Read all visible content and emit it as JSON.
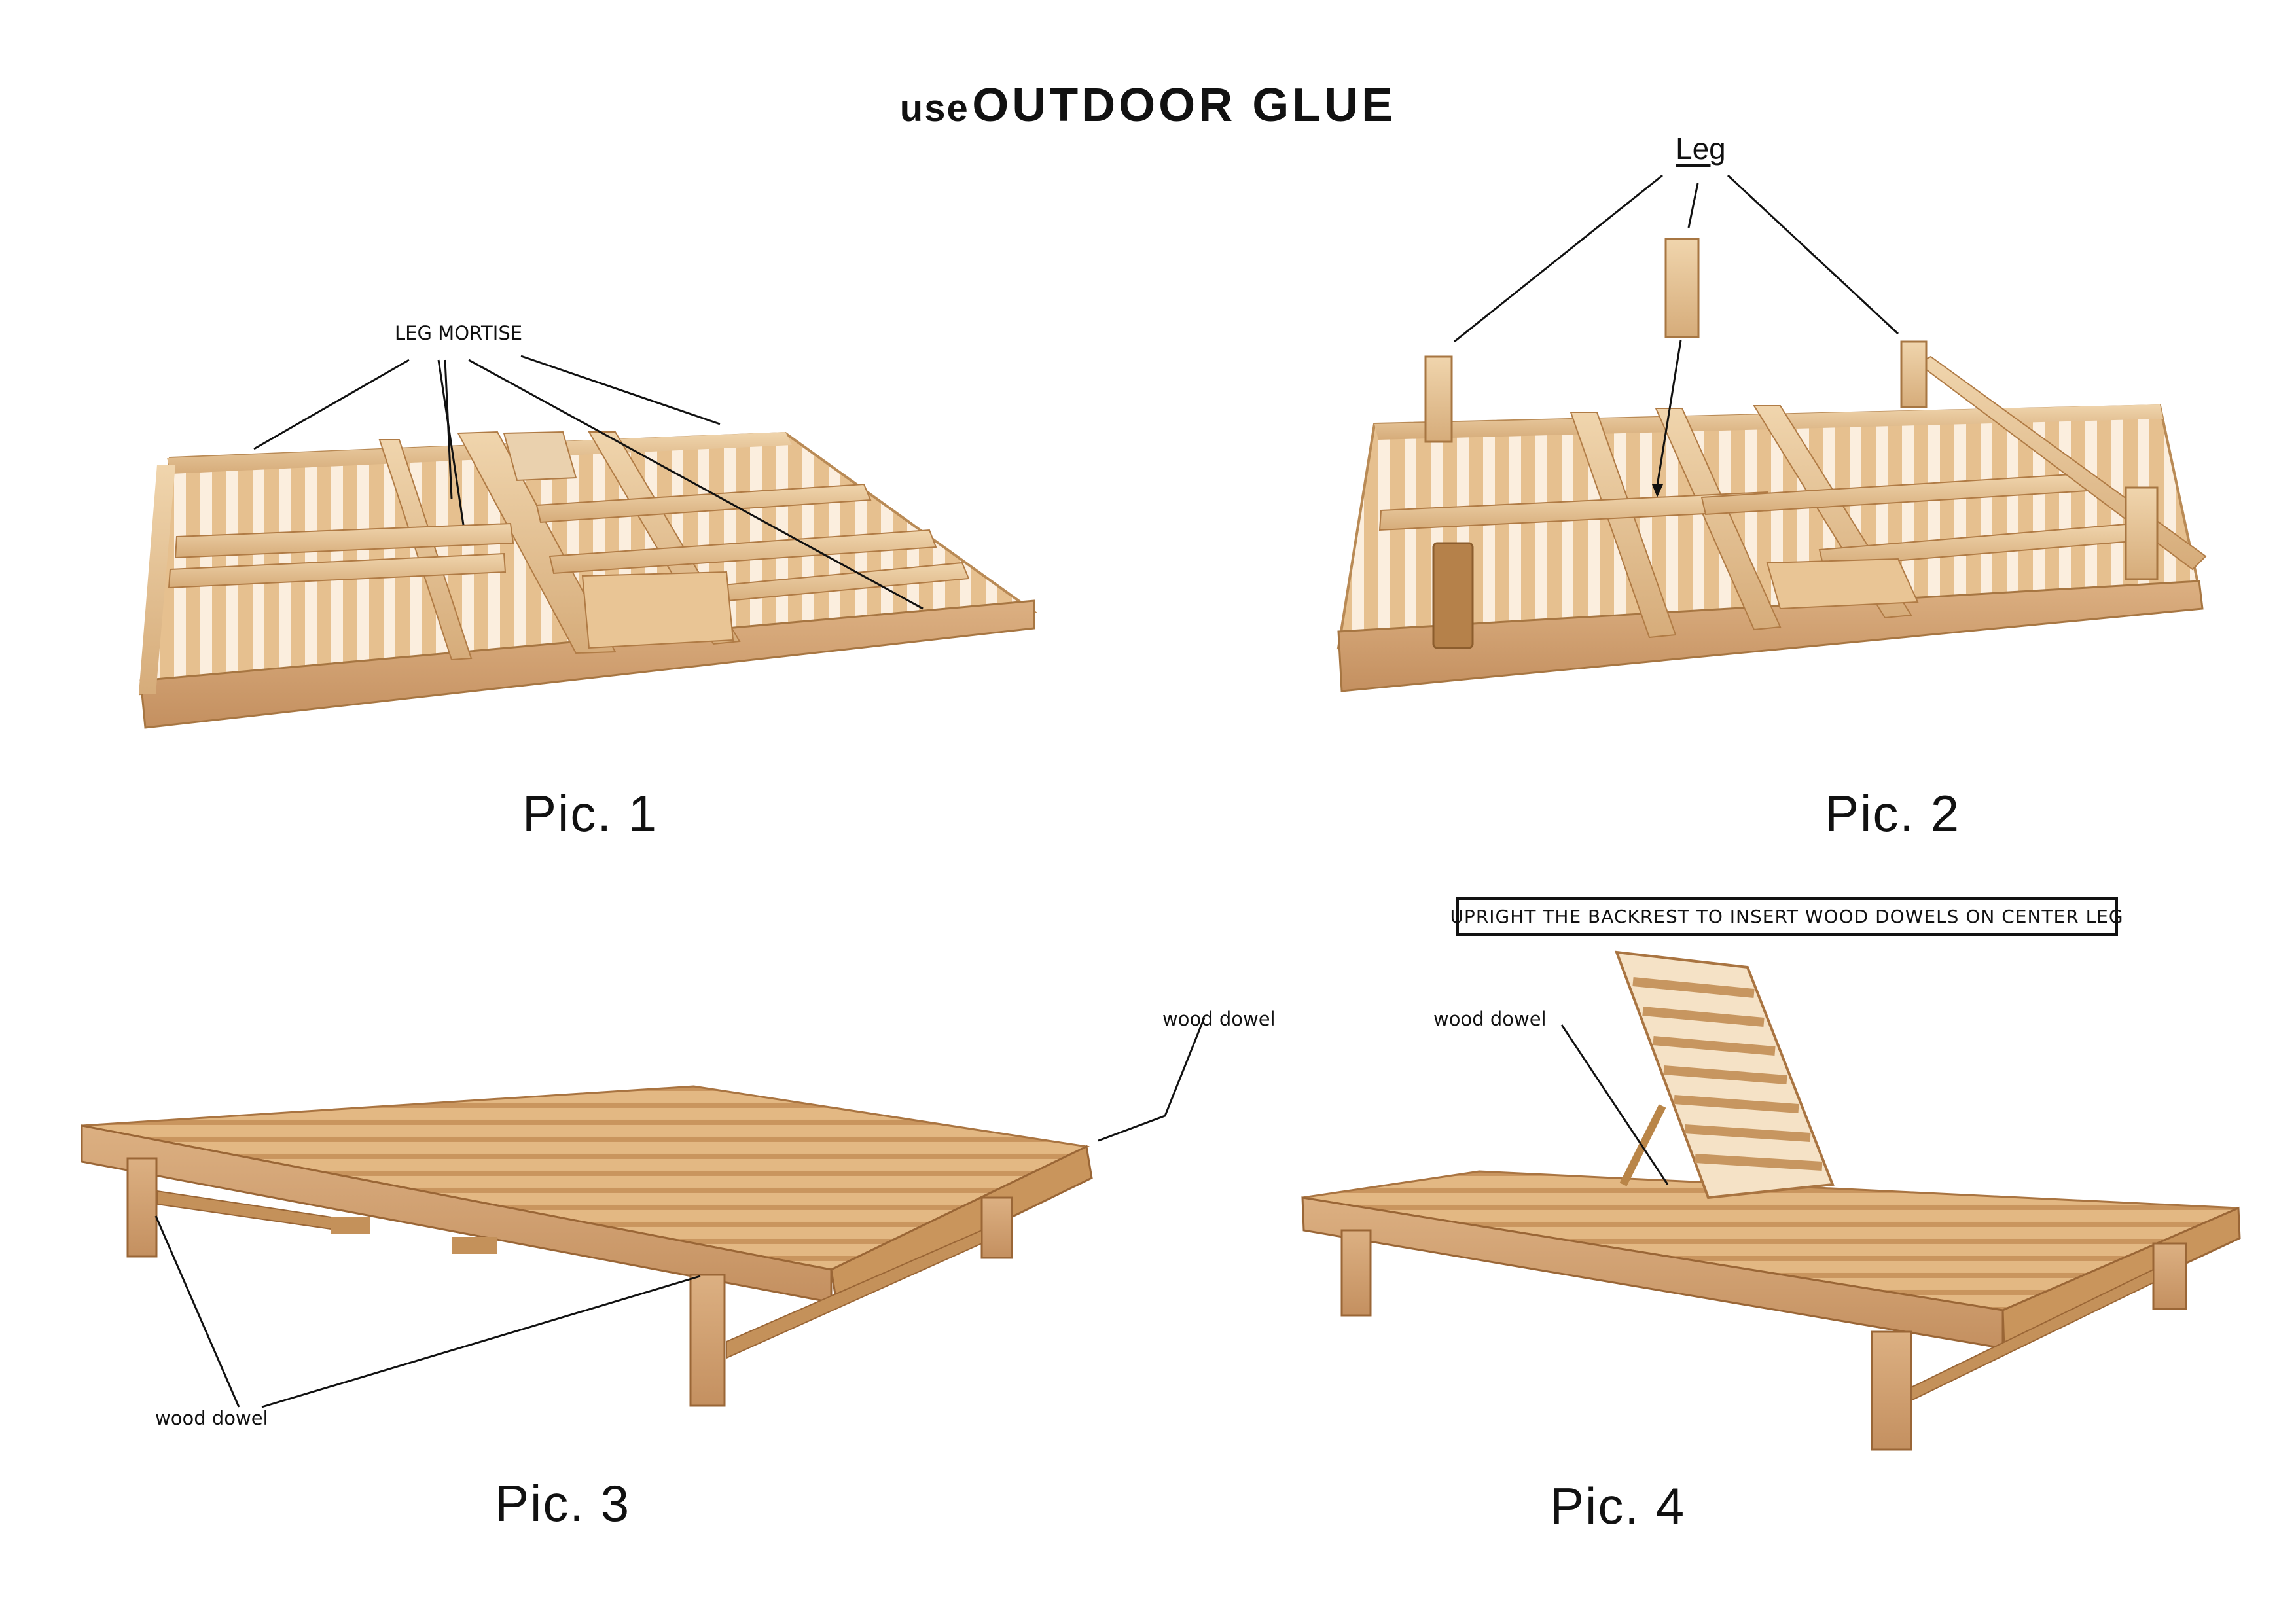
{
  "header": {
    "prefix": "use",
    "emphasis": "OUTDOOR GLUE"
  },
  "panels": {
    "pic1": {
      "caption": "Pic. 1",
      "callout": "LEG MORTISE"
    },
    "pic2": {
      "caption": "Pic. 2",
      "callout": "Leg"
    },
    "pic3": {
      "caption": "Pic. 3",
      "callout_right": "wood dowel",
      "callout_left": "wood dowel"
    },
    "pic4": {
      "caption": "Pic. 4",
      "callout": "wood dowel",
      "note": "UPRIGHT THE BACKREST TO INSERT WOOD DOWELS ON CENTER LEG"
    }
  },
  "colors": {
    "wood_light": "#e8c9a0",
    "wood_mid": "#d4a877",
    "wood_dark": "#b8864f",
    "shadow": "#9c6c3c",
    "line": "#111111"
  }
}
